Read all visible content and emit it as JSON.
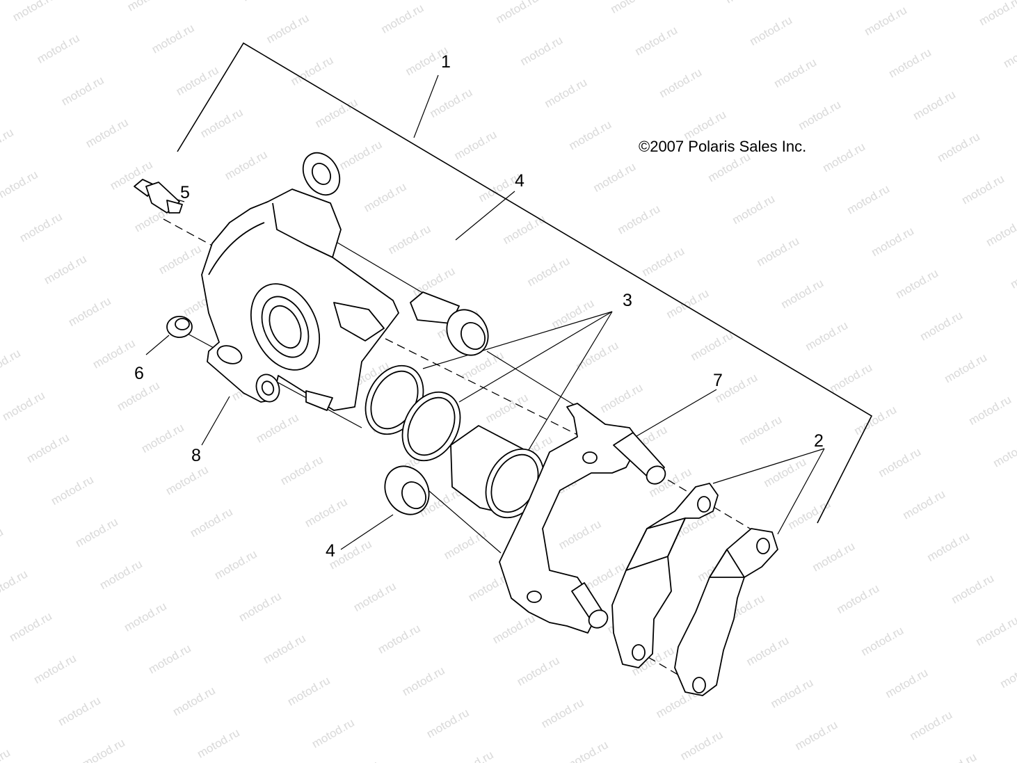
{
  "copyright": "©2007 Polaris Sales Inc.",
  "callouts": {
    "c1": "1",
    "c2": "2",
    "c3": "3",
    "c4a": "4",
    "c4b": "4",
    "c5": "5",
    "c6": "6",
    "c7": "7",
    "c8": "8"
  },
  "watermark": "motod.ru"
}
